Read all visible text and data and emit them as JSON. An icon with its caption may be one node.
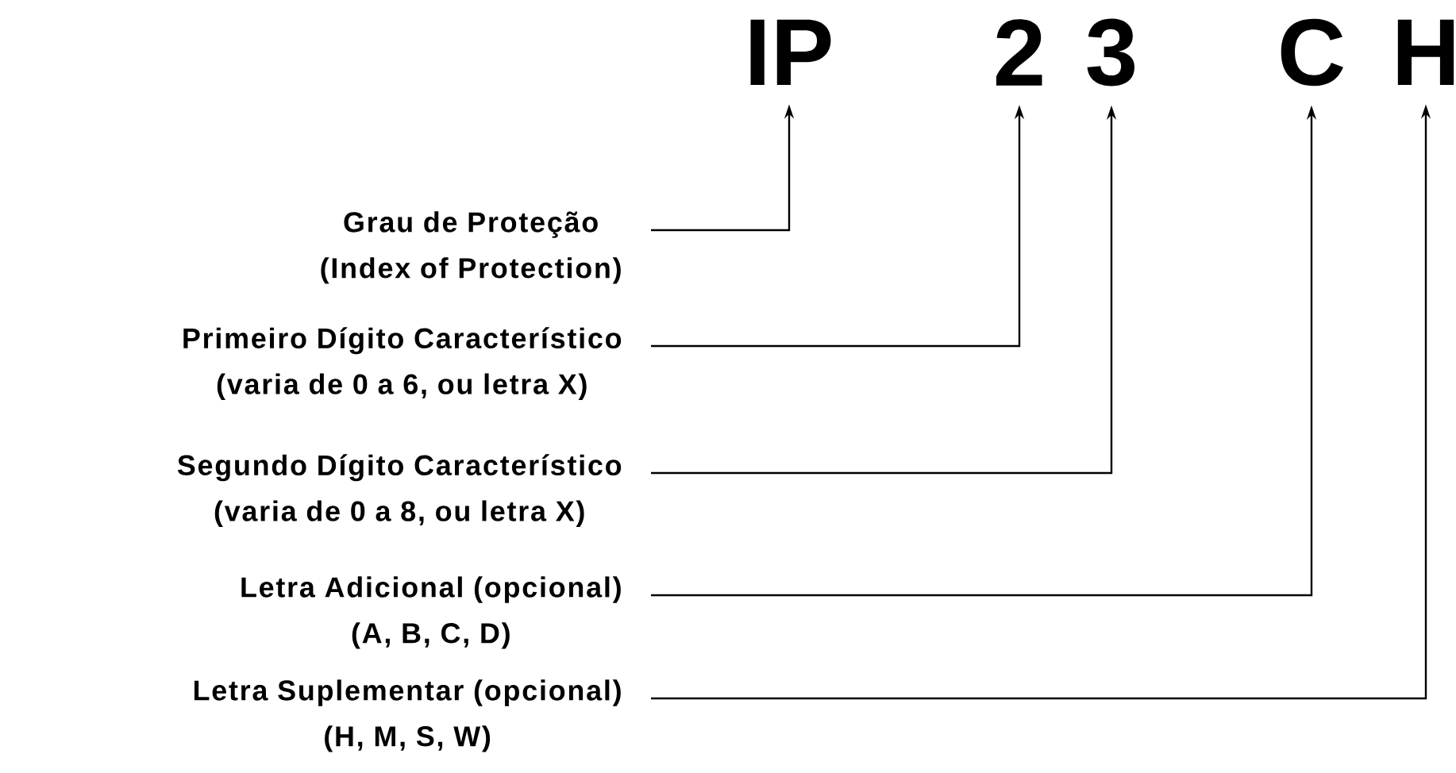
{
  "diagram": {
    "nodes": [
      {
        "text": [
          "IP"
        ]
      },
      {
        "text": [
          "2"
        ]
      },
      {
        "text": [
          "3"
        ]
      },
      {
        "text": [
          "C"
        ]
      },
      {
        "text": [
          "H"
        ]
      },
      {
        "text": [
          "Grau de Proteção",
          "(Index of Protection)"
        ]
      },
      {
        "text": [
          "Primeiro Dígito Característico",
          "(varia de 0 a 6, ou letra X)"
        ]
      },
      {
        "text": [
          "Segundo Dígito Característico",
          "(varia de 0 a 8, ou letra X)"
        ]
      },
      {
        "text": [
          "Letra Adicional (opcional)",
          "(A, B, C, D)"
        ]
      },
      {
        "text": [
          "Letra Suplementar (opcional)",
          "(H, M, S, W)"
        ]
      }
    ],
    "edges": [
      {
        "from": 5,
        "to": 0,
        "arrow": "to"
      },
      {
        "from": 6,
        "to": 1,
        "arrow": "to"
      },
      {
        "from": 7,
        "to": 2,
        "arrow": "to"
      },
      {
        "from": 8,
        "to": 3,
        "arrow": "to"
      },
      {
        "from": 9,
        "to": 4,
        "arrow": "to"
      }
    ]
  }
}
